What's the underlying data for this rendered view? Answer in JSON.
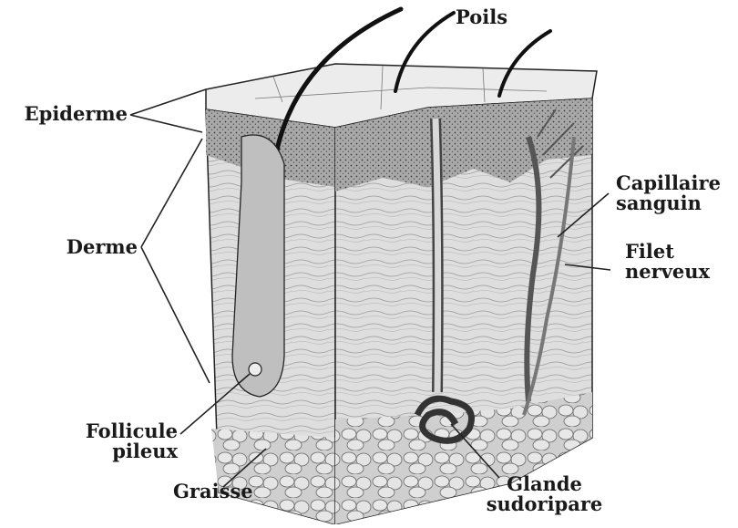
{
  "labels": {
    "poils": "Poils",
    "epiderme": "Epiderme",
    "capillaire": [
      "Capillaire",
      "sanguin"
    ],
    "derme": "Derme",
    "filet": [
      "Filet",
      "nerveux"
    ],
    "follicule": [
      "Follicule",
      "pileux"
    ],
    "graisse": "Graisse",
    "glande": [
      "Glande",
      "sudoripare"
    ]
  },
  "colors": {
    "ink": "#1a1a1a",
    "epidermis": "#b9b9b9",
    "dermis": "#d9d9d9",
    "fat": "#c8c8c8"
  }
}
